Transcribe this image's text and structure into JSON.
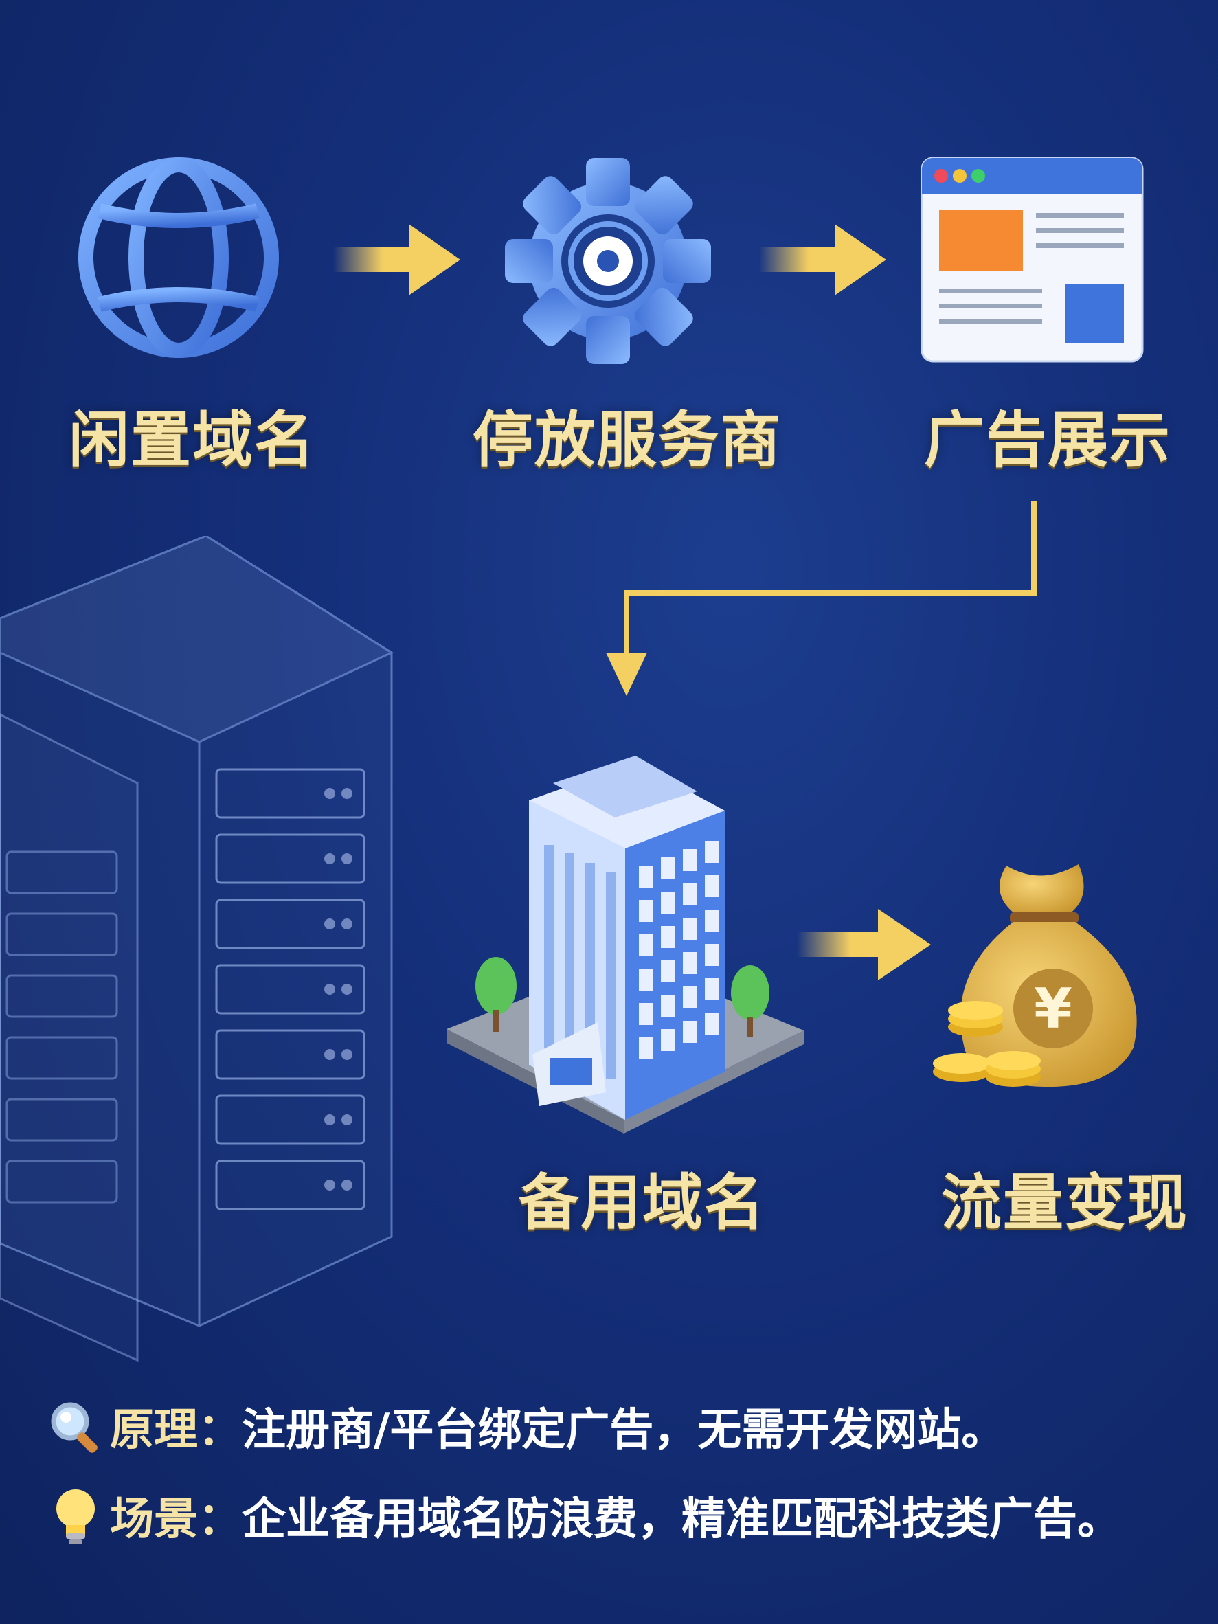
{
  "nodes": {
    "idle_domain": "闲置域名",
    "parking_provider": "停放服务商",
    "ad_display": "广告展示",
    "backup_domain": "备用域名",
    "traffic_monetization": "流量变现"
  },
  "notes": [
    {
      "icon": "magnifier-icon",
      "key": "原理：",
      "text": "注册商/平台绑定广告，无需开发网站。"
    },
    {
      "icon": "lightbulb-icon",
      "key": "场景：",
      "text": "企业备用域名防浪费，精准匹配科技类广告。"
    }
  ],
  "money_symbol": "¥",
  "colors": {
    "background": "#142e78",
    "label": "#f6e3a6",
    "arrow": "#f4cf62",
    "icon_blue": "#4c84e6"
  }
}
